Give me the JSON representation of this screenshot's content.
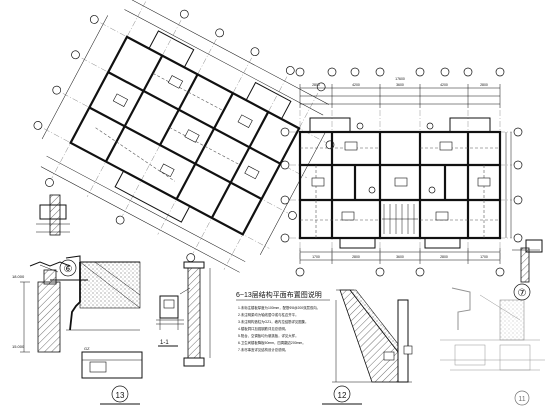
{
  "notes": {
    "title": "6~13层结构平面布置图说明",
    "lines": [
      "1.未标注楼板厚度为100mm，配筋Φ8@200双层双向。",
      "2.未注明梁均为轴线居中或与柱边齐平。",
      "3.未注明构造柱为GZ1，墙内拉结筋详见图集。",
      "4.楼板洞口加强钢筋详见总说明。",
      "5.阳台、空调板均为悬挑板，详见大样。",
      "6.卫生间楼板降板50mm，四周翻边200mm。",
      "7.未尽事宜详见结构设计总说明。"
    ]
  },
  "plans": {
    "left_caption": "⑥",
    "right_caption": "⑦",
    "right_dims_top": [
      "2800",
      "4200",
      "3600",
      "4200",
      "2800"
    ],
    "right_total": "17600",
    "right_dims_bottom": [
      "1700",
      "2800",
      "3600",
      "2800",
      "1700"
    ]
  },
  "details": {
    "d13": "13",
    "d12": "12",
    "d11": "11",
    "section_1_1": "1-1",
    "gz_label": "GZ",
    "elev_a": "18.000",
    "elev_b": "15.000"
  }
}
